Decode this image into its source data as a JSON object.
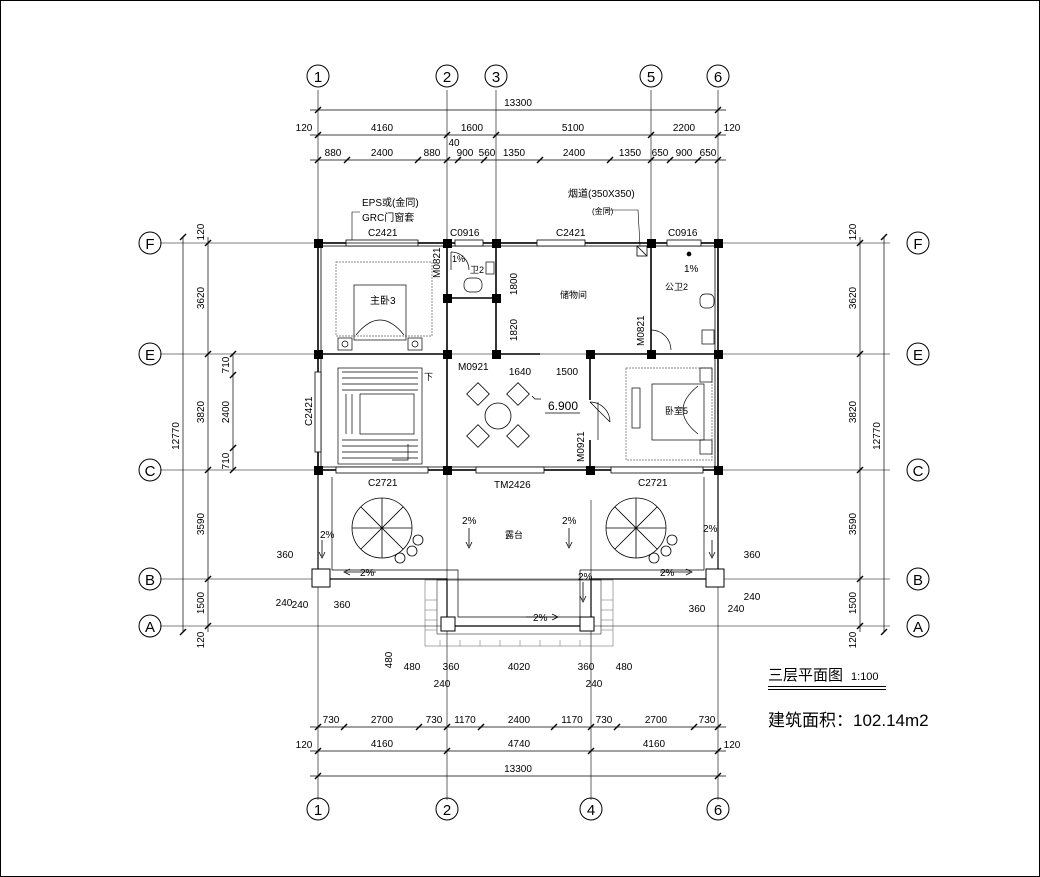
{
  "drawing": {
    "title": "三层平面图",
    "scale": "1:100",
    "area_label": "建筑面积：",
    "area_value": "102.14m2"
  },
  "axes": {
    "top": [
      "1",
      "2",
      "3",
      "5",
      "6"
    ],
    "bottom": [
      "1",
      "2",
      "4",
      "6"
    ],
    "left": [
      "F",
      "E",
      "C",
      "B",
      "A"
    ],
    "right": [
      "F",
      "E",
      "C",
      "B",
      "A"
    ]
  },
  "dimensions": {
    "top_total": "13300",
    "top_edge": "120",
    "top_bays": [
      "4160",
      "1600",
      "5100",
      "2200"
    ],
    "top_sub": [
      "880",
      "2400",
      "880",
      "40",
      "900",
      "560",
      "1350",
      "2400",
      "1350",
      "650",
      "900",
      "650"
    ],
    "bottom_sub": [
      "730",
      "2700",
      "730",
      "1170",
      "2400",
      "1170",
      "730",
      "2700",
      "730"
    ],
    "bottom_bays": [
      "4160",
      "4740",
      "4160"
    ],
    "bottom_total": "13300",
    "left_total": "12770",
    "left_bays": [
      "120",
      "3620",
      "3820",
      "3590",
      "1500",
      "120"
    ],
    "left_sub": [
      "710",
      "2400",
      "710"
    ],
    "right_total": "12770",
    "right_bays": [
      "120",
      "3620",
      "3820",
      "3590",
      "1500",
      "120"
    ],
    "small": [
      "360",
      "240",
      "240",
      "360",
      "360",
      "240",
      "360",
      "240",
      "480",
      "480",
      "360",
      "4020",
      "360",
      "480",
      "240",
      "240",
      "1640",
      "1500",
      "1800",
      "1820"
    ]
  },
  "labels": {
    "eps_note": "EPS或(金同)",
    "grc_note": "GRC门窗套",
    "chimney": "烟道(350X350)",
    "chimney_sub": "(金同)",
    "master_bed": "主卧3",
    "bath_2": "卫2",
    "storage": "储物间",
    "public_bath": "公卫2",
    "bedroom_5": "卧室5",
    "terrace": "露台",
    "down": "下",
    "elevation": "6.900",
    "slope_1": "1%",
    "slope_2": "2%",
    "slope_3": "2%",
    "slope_4": "2%",
    "slope_5": "2%",
    "slope_6": "2%",
    "slope_7": "2%",
    "slope_8": "2%",
    "slope_9": "2%",
    "slope_10": "1%",
    "win_c2421_a": "C2421",
    "win_c0916_a": "C0916",
    "win_c2421_b": "C2421",
    "win_c0916_b": "C0916",
    "win_c2421_c": "C2421",
    "win_c2721_a": "C2721",
    "win_tm2426": "TM2426",
    "win_c2721_b": "C2721",
    "door_m0821_a": "M0821",
    "door_m0921_a": "M0921",
    "door_m0821_b": "M0821",
    "door_m0921_b": "M0921"
  }
}
